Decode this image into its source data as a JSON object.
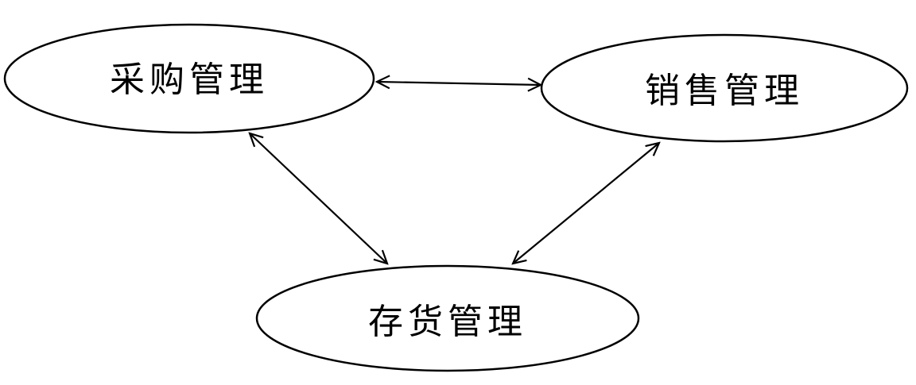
{
  "diagram": {
    "nodes": [
      {
        "id": "procurement",
        "label": "采购管理"
      },
      {
        "id": "sales",
        "label": "销售管理"
      },
      {
        "id": "inventory",
        "label": "存货管理"
      }
    ],
    "edges": [
      {
        "from": "procurement",
        "to": "sales",
        "direction": "both"
      },
      {
        "from": "procurement",
        "to": "inventory",
        "direction": "both"
      },
      {
        "from": "sales",
        "to": "inventory",
        "direction": "both"
      }
    ],
    "colors": {
      "stroke": "#000000",
      "background": "#ffffff"
    }
  }
}
